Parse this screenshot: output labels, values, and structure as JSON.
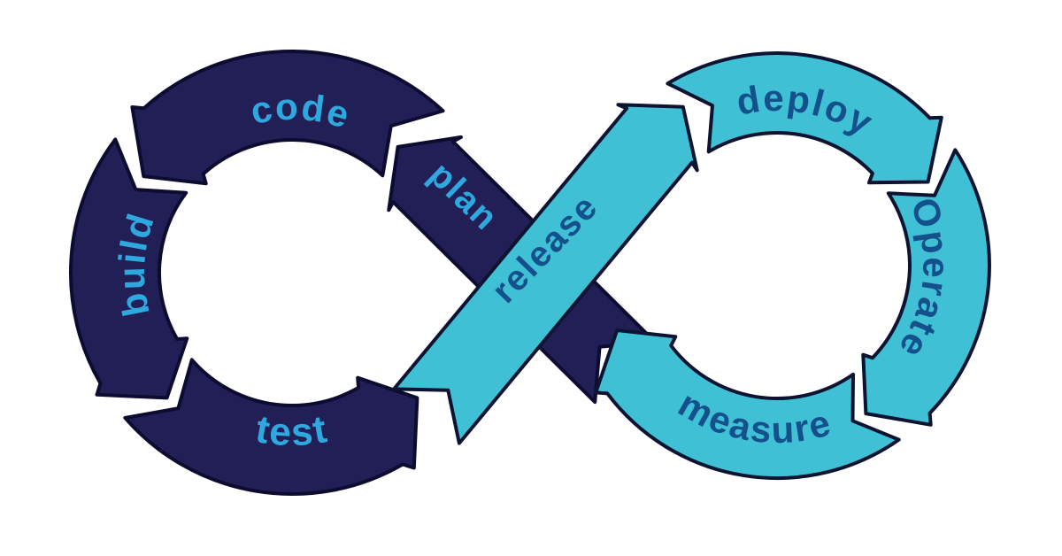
{
  "diagram": {
    "kind": "devops-infinity-loop",
    "background_color": "#ffffff",
    "flow_sequence": [
      "plan",
      "code",
      "build",
      "test",
      "release",
      "deploy",
      "Operate",
      "measure"
    ],
    "left_loop": {
      "fill_color": "#221F56",
      "outline_color": "#0D0B30",
      "label_color": "#2EA9E0",
      "segments": [
        {
          "label": "plan"
        },
        {
          "label": "code"
        },
        {
          "label": "build"
        },
        {
          "label": "test"
        }
      ]
    },
    "right_loop": {
      "fill_color": "#3FC0D5",
      "outline_color": "#0C1432",
      "label_color": "#14508C",
      "segments": [
        {
          "label": "release"
        },
        {
          "label": "deploy"
        },
        {
          "label": "Operate"
        },
        {
          "label": "measure"
        }
      ]
    }
  }
}
